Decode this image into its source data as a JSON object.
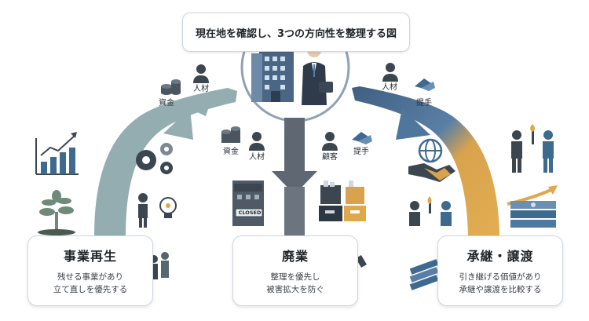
{
  "title": "現在地を確認し、3つの方向性を整理する図",
  "labels": {
    "top_left_money": "資金",
    "top_left_people": "人材",
    "top_right_people": "人材",
    "top_right_handshake": "提手",
    "mid_money": "資金",
    "mid_people": "人材",
    "mid_customers": "顧客",
    "mid_handshake": "提手"
  },
  "closed_sign": "CLOSED",
  "cards": [
    {
      "title": "事業再生",
      "line1": "残せる事業があり",
      "line2": "立て直しを優先する"
    },
    {
      "title": "廃業",
      "line1": "整理を優先し",
      "line2": "被害拡大を防ぐ"
    },
    {
      "title": "承継・譲渡",
      "line1": "引き継げる価値があり",
      "line2": "承継や譲渡を比較する"
    }
  ],
  "colors": {
    "left_arrow": "#8fa9ae",
    "center_arrow": "#5f6872",
    "right_arrow_start": "#4a6b8c",
    "right_arrow_end": "#e0a84a",
    "icon_dark": "#34404c",
    "icon_blue": "#3e6a90"
  }
}
